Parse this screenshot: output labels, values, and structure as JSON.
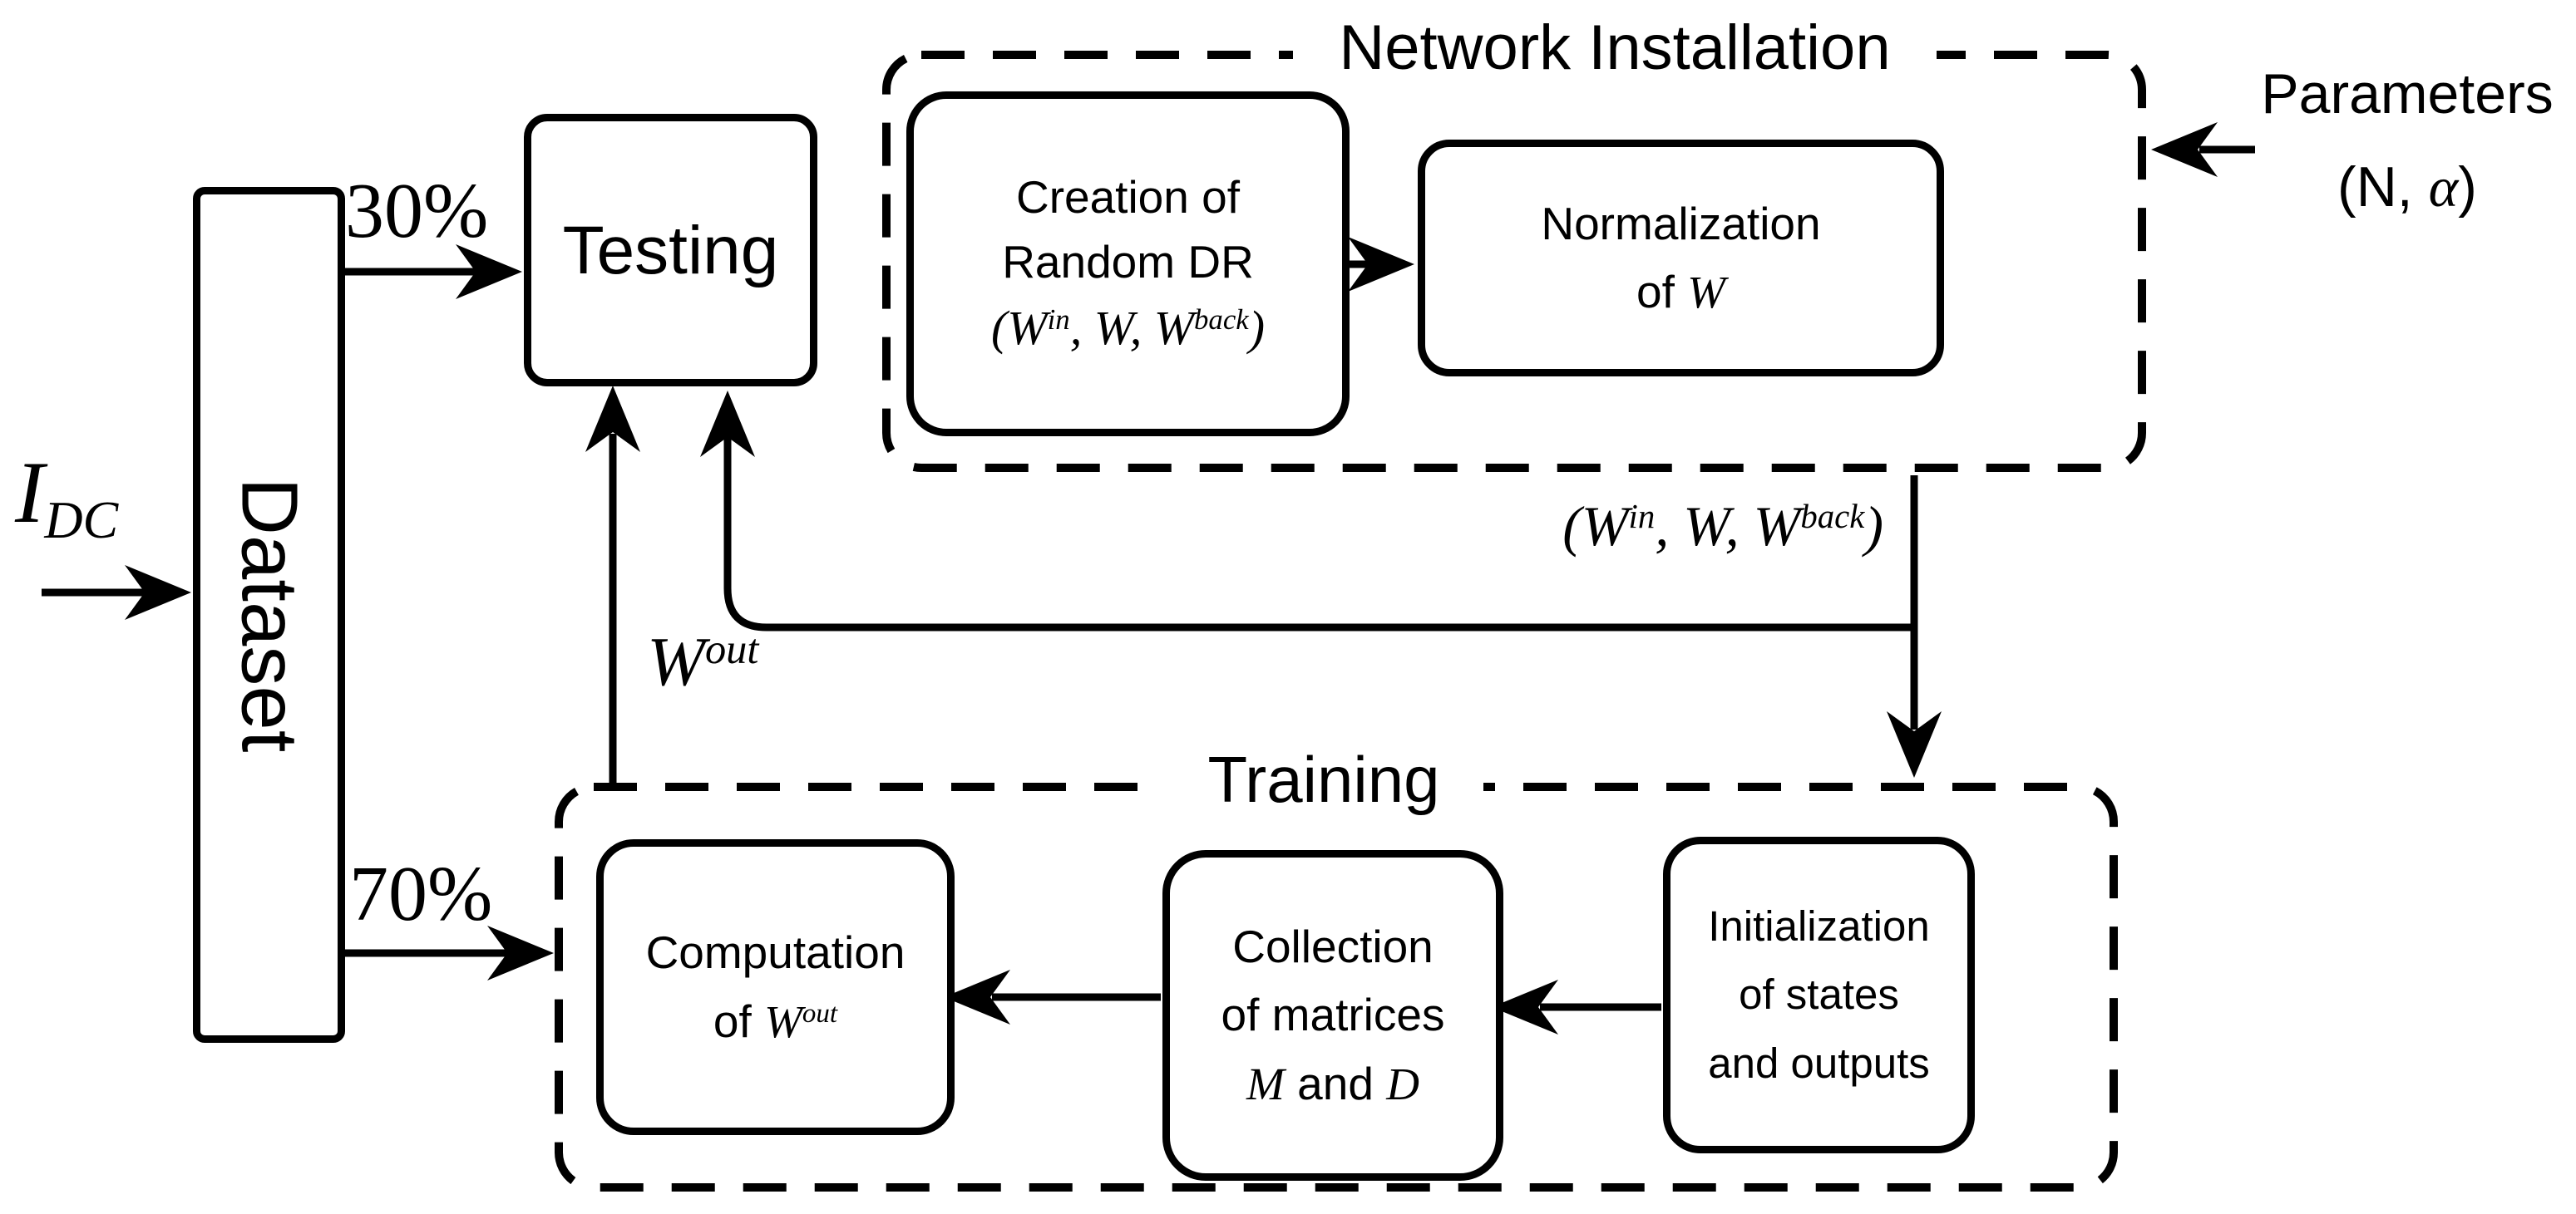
{
  "figure": {
    "colors": {
      "ink": "#000000",
      "background": "#ffffff"
    },
    "io": {
      "input_signal": {
        "base": "I",
        "sub": "DC"
      },
      "dataset_label": "Dataset",
      "split_test": "30%",
      "split_train": "70%"
    },
    "testing": {
      "label": "Testing"
    },
    "network_installation": {
      "title": "Network Installation",
      "creation_box": {
        "line1": "Creation of",
        "line2": "Random DR",
        "formula": {
          "open": "(",
          "w1": "W",
          "sup1": "in",
          "mid1": ", W, W",
          "sup2": "back",
          "close": ")"
        }
      },
      "normalization_box": {
        "line1": "Normalization",
        "line2_prefix": "of ",
        "line2_var": "W"
      }
    },
    "parameters": {
      "title": "Parameters",
      "tuple_open": "(N, ",
      "tuple_alpha": "α",
      "tuple_close": ")"
    },
    "edges": {
      "weights_label": {
        "open": "(",
        "w1": "W",
        "sup1": "in",
        "mid1": ", W, W",
        "sup2": "back",
        "close": ")"
      },
      "wout_label": {
        "base": "W",
        "sup": "out"
      }
    },
    "training": {
      "title": "Training",
      "computation_box": {
        "line1": "Computation",
        "line2_prefix": "of ",
        "line2_var": "W",
        "line2_sup": "out"
      },
      "collection_box": {
        "line1": "Collection",
        "line2": "of matrices",
        "line3_m": "M",
        "line3_mid": " and ",
        "line3_d": "D"
      },
      "initialization_box": {
        "line1": "Initialization",
        "line2": "of states",
        "line3": "and outputs"
      }
    }
  }
}
